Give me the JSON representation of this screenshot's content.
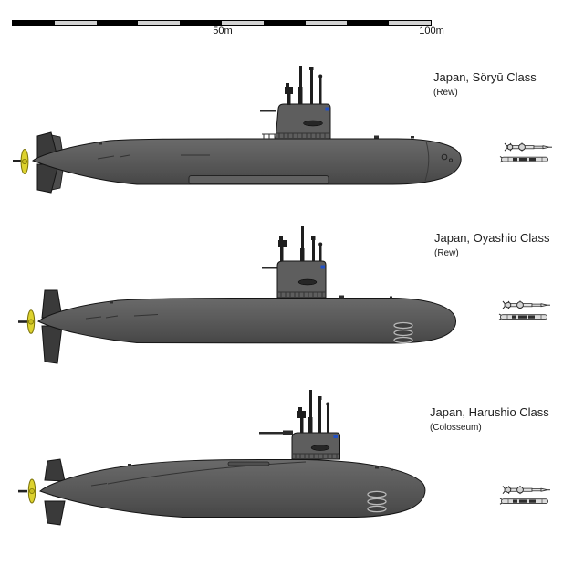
{
  "scale_bar": {
    "mid_label": "50m",
    "end_label": "100m",
    "segment_count": 10
  },
  "submarines": [
    {
      "title": "Japan, Söryū Class",
      "subtitle": "(Rew)"
    },
    {
      "title": "Japan, Oyashio Class",
      "subtitle": "(Rew)"
    },
    {
      "title": "Japan, Harushio Class",
      "subtitle": "(Colosseum)"
    }
  ],
  "colors": {
    "hull": "#5a5a5a",
    "hull_dark": "#474747",
    "fins": "#3a3a3a",
    "propeller": "#ddd22e",
    "sail_marking_blue": "#2050c8",
    "weapon_fill": "#e2e2e2",
    "outline": "#141414",
    "scale_light_segment": "#d2d2d2"
  }
}
